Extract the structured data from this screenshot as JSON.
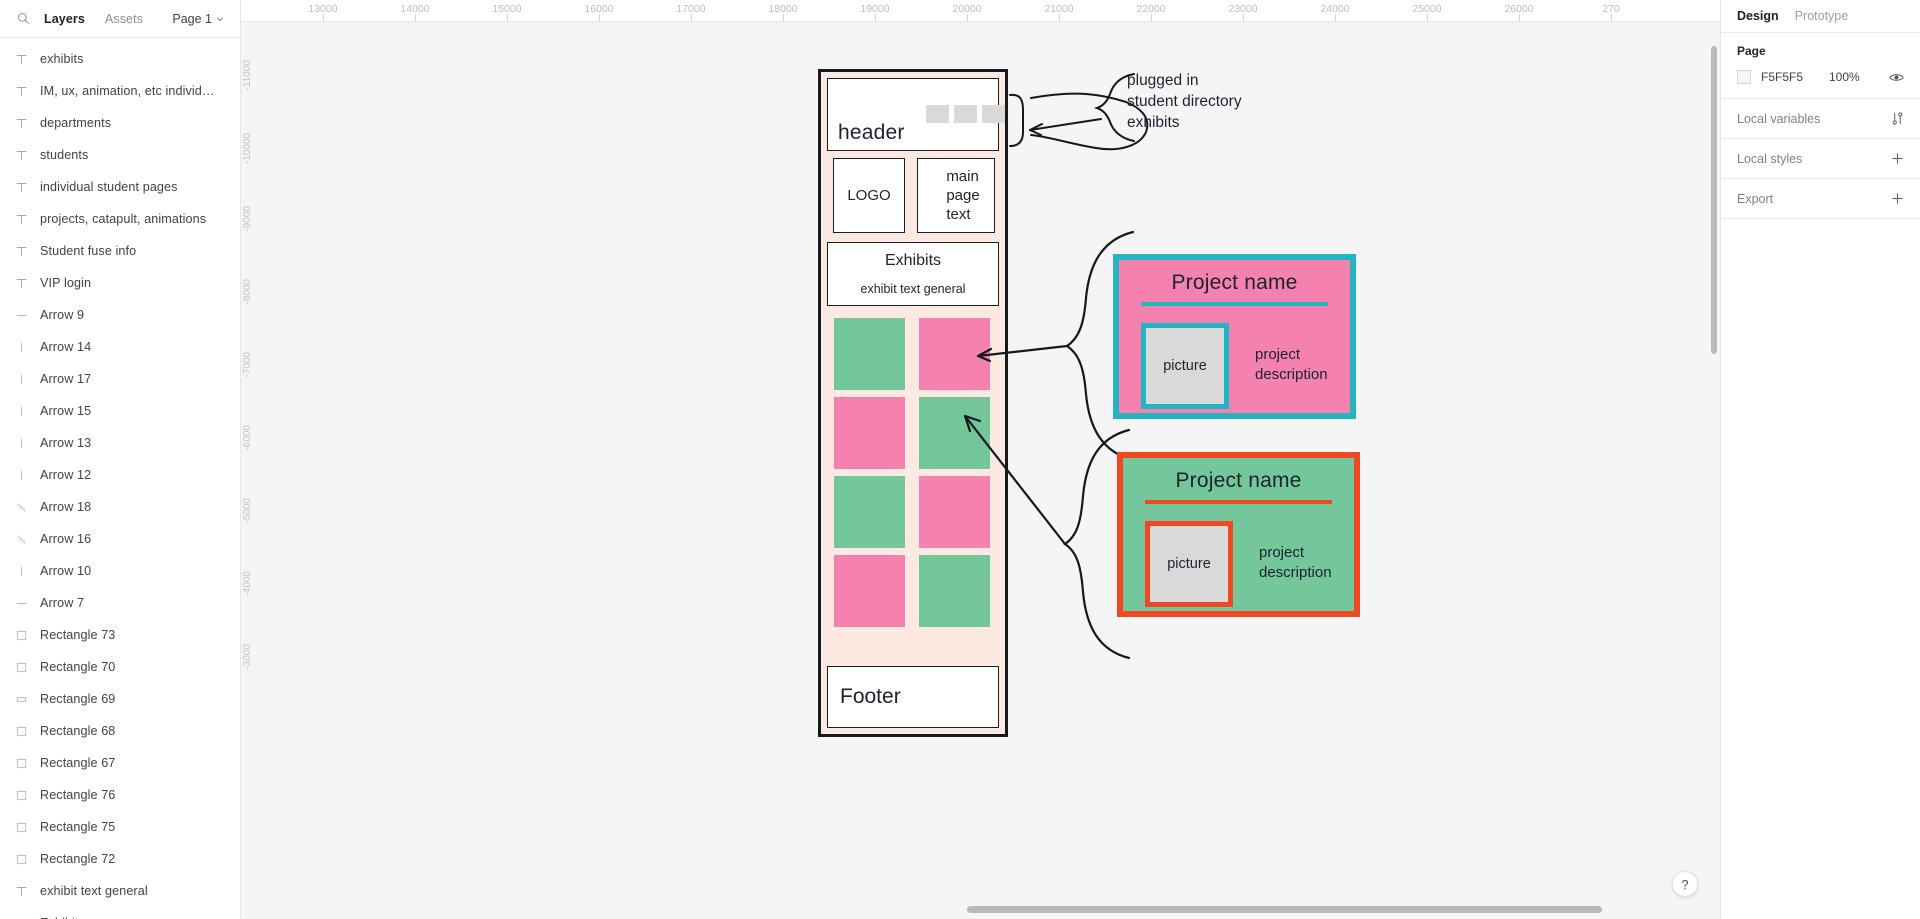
{
  "sidebar": {
    "search_icon": "search-icon",
    "tabs": [
      {
        "label": "Layers",
        "active": true
      },
      {
        "label": "Assets",
        "active": false
      }
    ],
    "page_selector": {
      "label": "Page 1",
      "icon": "chevron-down-icon"
    },
    "layers": [
      {
        "name": "exhibits",
        "icon": "text-icon"
      },
      {
        "name": "IM, ux, animation, etc individual p...",
        "icon": "text-icon"
      },
      {
        "name": "departments",
        "icon": "text-icon"
      },
      {
        "name": "students",
        "icon": "text-icon"
      },
      {
        "name": "individual student pages",
        "icon": "text-icon"
      },
      {
        "name": "projects, catapult, animations",
        "icon": "text-icon"
      },
      {
        "name": "Student fuse info",
        "icon": "text-icon"
      },
      {
        "name": "VIP login",
        "icon": "text-icon"
      },
      {
        "name": "Arrow 9",
        "icon": "line-horizontal-icon"
      },
      {
        "name": "Arrow 14",
        "icon": "line-vertical-icon"
      },
      {
        "name": "Arrow 17",
        "icon": "line-vertical-icon"
      },
      {
        "name": "Arrow 15",
        "icon": "line-vertical-icon"
      },
      {
        "name": "Arrow 13",
        "icon": "line-vertical-icon"
      },
      {
        "name": "Arrow 12",
        "icon": "line-vertical-icon"
      },
      {
        "name": "Arrow 18",
        "icon": "line-diagonal-icon"
      },
      {
        "name": "Arrow 16",
        "icon": "line-diagonal-icon"
      },
      {
        "name": "Arrow 10",
        "icon": "line-vertical-icon"
      },
      {
        "name": "Arrow 7",
        "icon": "line-horizontal-icon"
      },
      {
        "name": "Rectangle 73",
        "icon": "rectangle-icon"
      },
      {
        "name": "Rectangle 70",
        "icon": "rectangle-icon"
      },
      {
        "name": "Rectangle 69",
        "icon": "rectangle-wide-icon"
      },
      {
        "name": "Rectangle 68",
        "icon": "rectangle-icon"
      },
      {
        "name": "Rectangle 67",
        "icon": "rectangle-icon"
      },
      {
        "name": "Rectangle 76",
        "icon": "rectangle-icon"
      },
      {
        "name": "Rectangle 75",
        "icon": "rectangle-icon"
      },
      {
        "name": "Rectangle 72",
        "icon": "rectangle-icon"
      },
      {
        "name": "exhibit text general",
        "icon": "text-icon"
      },
      {
        "name": "Exhibits",
        "icon": "text-icon"
      }
    ]
  },
  "canvas": {
    "ruler_h_ticks": [
      "13000",
      "14000",
      "15000",
      "16000",
      "17000",
      "18000",
      "19000",
      "20000",
      "21000",
      "22000",
      "23000",
      "24000",
      "25000",
      "26000",
      "270"
    ],
    "ruler_v_ticks": [
      "-11000",
      "-10000",
      "-9000",
      "-8000",
      "-7000",
      "-6000",
      "-5000",
      "-4000",
      "-3000"
    ],
    "wireframe": {
      "header_label": "header",
      "nav_squares": 3,
      "logo_label": "LOGO",
      "main_page_label": "main\npage\ntext",
      "exhibits_title": "Exhibits",
      "exhibits_subtitle": "exhibit text general",
      "footer_label": "Footer",
      "frame_fill": "#FCE9E2",
      "frame_stroke": "#14181F",
      "grid_colors": [
        "#73C79B",
        "#F582AE",
        "#F582AE",
        "#73C79B",
        "#73C79B",
        "#F582AE",
        "#F582AE",
        "#73C79B"
      ]
    },
    "annotations": [
      {
        "text": "plugged in\nstudent directory\nexhibits"
      }
    ],
    "cards": [
      {
        "title": "Project name",
        "picture_label": "picture",
        "description": "project\ndescription",
        "fill": "#F582AE",
        "border": "#23B5C4",
        "rule": "#23B5C4",
        "pic_fill": "#D9D9D9"
      },
      {
        "title": "Project name",
        "picture_label": "picture",
        "description": "project\ndescription",
        "fill": "#73C79B",
        "border": "#EF4823",
        "rule": "#EF4823",
        "pic_fill": "#D9D9D9"
      }
    ],
    "help_button": "?"
  },
  "right_panel": {
    "tabs": [
      {
        "label": "Design",
        "active": true
      },
      {
        "label": "Prototype",
        "active": false
      }
    ],
    "page_section": {
      "title": "Page",
      "color_hex": "F5F5F5",
      "opacity": "100%",
      "eye_icon": "eye-icon"
    },
    "rows": [
      {
        "label": "Local variables",
        "action_icon": "sliders-icon"
      },
      {
        "label": "Local styles",
        "action_icon": "plus-icon"
      },
      {
        "label": "Export",
        "action_icon": "plus-icon"
      }
    ]
  }
}
